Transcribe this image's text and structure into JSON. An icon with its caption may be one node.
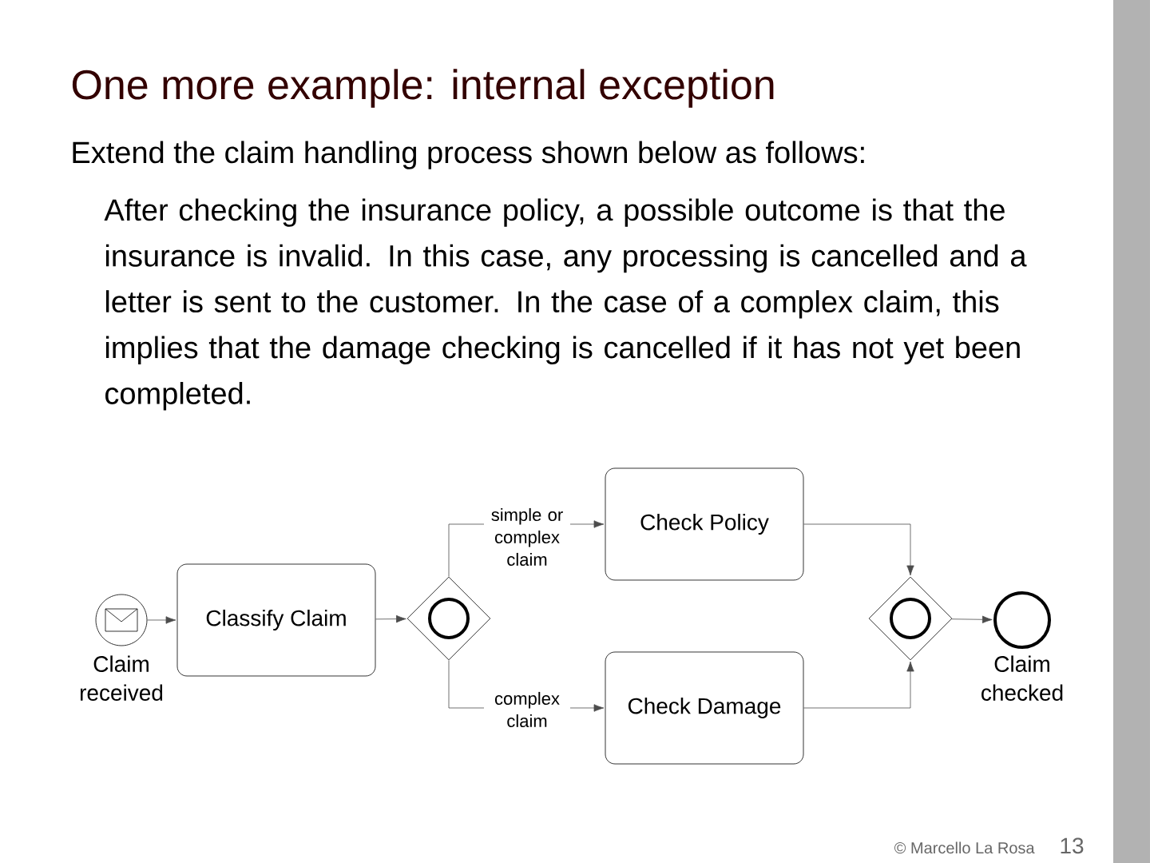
{
  "diagram": {
    "title": "One more example: internal exception",
    "nodes": [
      {
        "text": [
          "Claim received"
        ]
      },
      {
        "text": [
          "Classify Claim"
        ]
      },
      {
        "text": [],
        "shape": "diamond"
      },
      {
        "text": [
          "Check Policy"
        ]
      },
      {
        "text": [
          "Check Damage"
        ]
      },
      {
        "text": [],
        "shape": "diamond"
      },
      {
        "text": [
          "Claim checked"
        ]
      }
    ],
    "edges": [
      {
        "from": 0,
        "to": 1,
        "arrow": "to"
      },
      {
        "from": 1,
        "to": 2,
        "arrow": "to"
      },
      {
        "from": 2,
        "to": 3,
        "arrow": "to",
        "label": "simple or complex claim"
      },
      {
        "from": 2,
        "to": 4,
        "arrow": "to",
        "label": "complex claim"
      },
      {
        "from": 3,
        "to": 5,
        "arrow": "to"
      },
      {
        "from": 4,
        "to": 5,
        "arrow": "to"
      },
      {
        "from": 5,
        "to": 6,
        "arrow": "to"
      }
    ],
    "labels": [
      "Extend the claim handling process shown below as follows:",
      "After checking the insurance policy, a possible outcome is that the insurance is invalid. In this case, any processing is cancelled and a letter is sent to the customer. In the case of a complex claim, this implies that the damage checking is cancelled if it has not yet been completed.",
      "© Marcello La Rosa",
      "13"
    ]
  }
}
